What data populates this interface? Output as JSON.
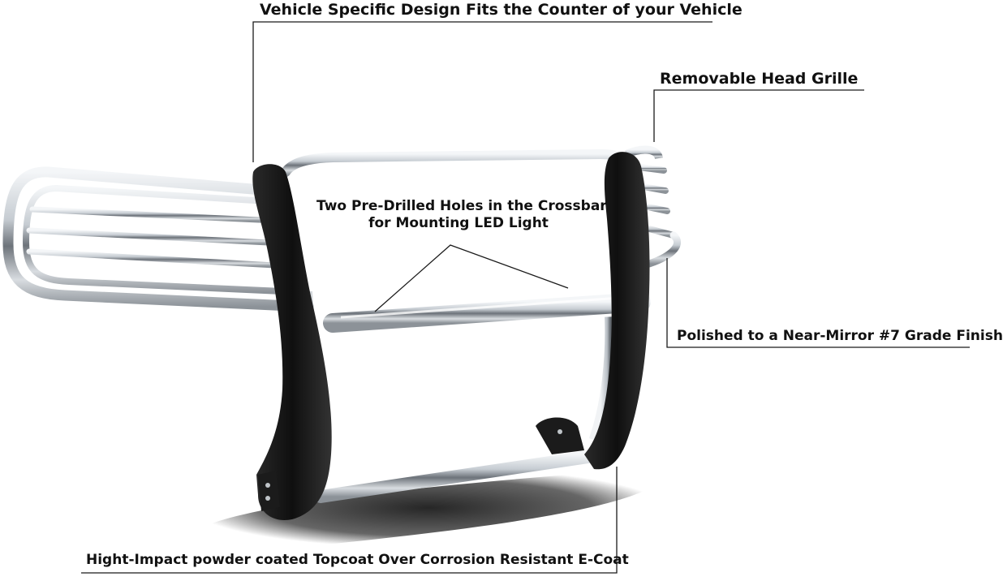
{
  "image": {
    "subject": "stainless steel grille guard",
    "background_color": "#ffffff",
    "accent_colors": {
      "chrome": "#c9ced3",
      "chrome_shadow": "#5e646a",
      "powder_coat": "#141414",
      "leader_line": "#1a1a1a"
    }
  },
  "callouts": {
    "vehicle_design": "Vehicle Specific Design Fits the Counter of your Vehicle",
    "head_grille": "Removable Head Grille",
    "holes_line1": "Two Pre-Drilled Holes in the Crossbar",
    "holes_line2": "for Mounting LED Light",
    "polished": "Polished to a Near-Mirror #7 Grade Finish",
    "coating": "Hight-Impact powder coated Topcoat Over Corrosion Resistant E-Coat"
  }
}
